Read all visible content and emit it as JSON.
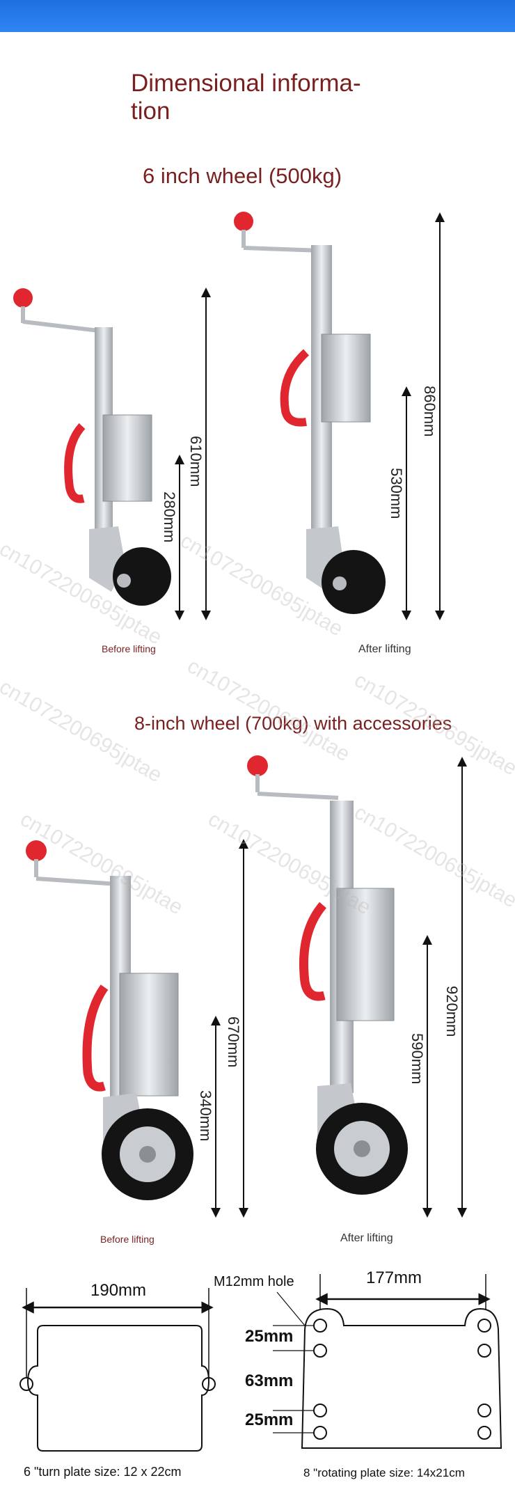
{
  "header": {
    "title": "Dimensional informa-\ntion"
  },
  "section1": {
    "heading": "6 inch wheel (500kg)",
    "before_caption": "Before lifting",
    "after_caption": "After lifting",
    "dims": {
      "before_total": "610mm",
      "before_low": "280mm",
      "after_total": "860mm",
      "after_low": "530mm"
    }
  },
  "section2": {
    "heading": "8-inch wheel (700kg) with accessories",
    "before_caption": "Before lifting",
    "after_caption": "After lifting",
    "dims": {
      "before_total": "670mm",
      "before_low": "340mm",
      "after_total": "920mm",
      "after_low": "590mm"
    }
  },
  "plates": {
    "left_width": "190mm",
    "right_width": "177mm",
    "hole_label": "M12mm hole",
    "gap_top": "25mm",
    "gap_mid": "63mm",
    "gap_bottom": "25mm",
    "left_caption": "6 \"turn plate size: 12 x 22cm",
    "right_caption": "8 \"rotating plate size: 14x21cm"
  },
  "watermark": "cn1072200695jptae",
  "colors": {
    "title": "#7a1f1f",
    "handle": "#e0262e",
    "metal": "#c9ccd0",
    "tire": "#141414",
    "topbar": "#2f86f3"
  }
}
